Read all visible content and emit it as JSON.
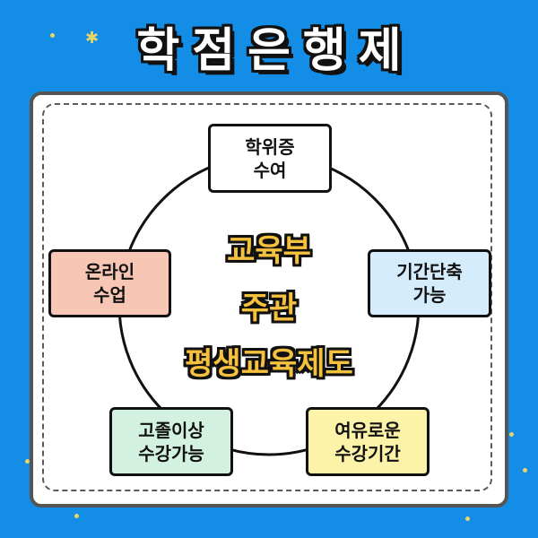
{
  "title": "학점은행제",
  "center": {
    "lines": [
      "교육부",
      "주관",
      "평생교육제도"
    ],
    "color": "#f6c23e"
  },
  "nodes": [
    {
      "id": "top",
      "lines": [
        "학위증",
        "수여"
      ],
      "bg": "#ffffff"
    },
    {
      "id": "left",
      "lines": [
        "온라인",
        "수업"
      ],
      "bg": "#f8c6b4"
    },
    {
      "id": "right",
      "lines": [
        "기간단축",
        "가능"
      ],
      "bg": "#d4ecfb"
    },
    {
      "id": "bottom-left",
      "lines": [
        "고졸이상",
        "수강가능"
      ],
      "bg": "#d3f1e0"
    },
    {
      "id": "bottom-right",
      "lines": [
        "여유로운",
        "수강기간"
      ],
      "bg": "#fcf3a8"
    }
  ],
  "colors": {
    "background": "#138de6",
    "card_border": "#555555",
    "star": "#e8d66a"
  },
  "decorations": {
    "star_icon": "✱",
    "dot_icon": "•"
  }
}
